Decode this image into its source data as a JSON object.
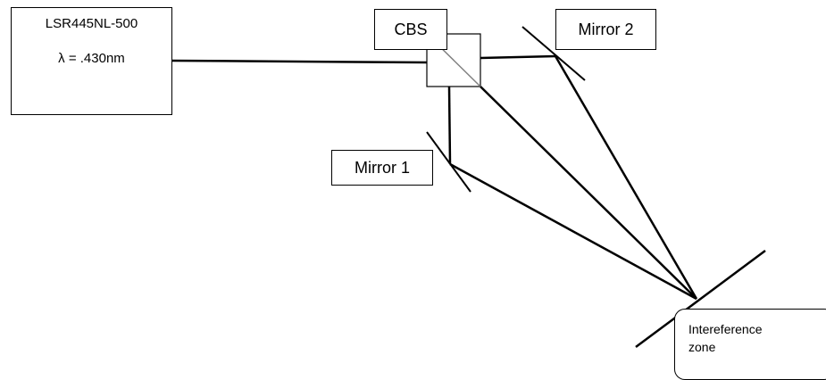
{
  "laser": {
    "model": "LSR445NL-500",
    "wavelength": "λ = .430nm"
  },
  "beam_splitter": {
    "label": "CBS"
  },
  "mirror_1": {
    "label": "Mirror 1"
  },
  "mirror_2": {
    "label": "Mirror 2"
  },
  "interference_zone": {
    "label_line_1": "Intereference",
    "label_line_2": "zone"
  },
  "colors": {
    "line": "#000000",
    "splitter_diagonal": "#808080",
    "background": "#ffffff"
  }
}
